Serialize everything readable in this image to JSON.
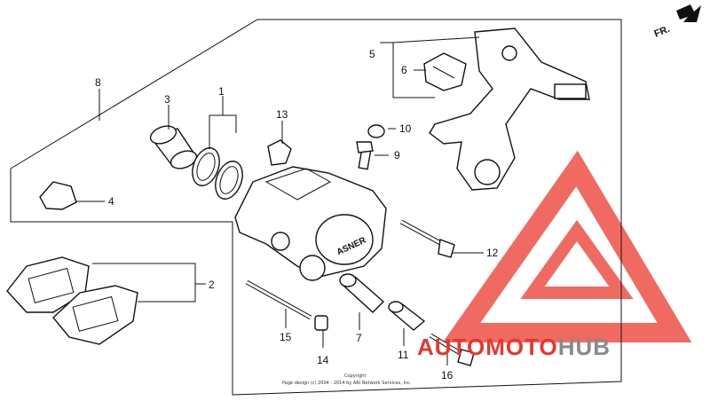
{
  "direction_label": "FR.",
  "callouts": [
    {
      "id": "1",
      "text": "1"
    },
    {
      "id": "2",
      "text": "2"
    },
    {
      "id": "3",
      "text": "3"
    },
    {
      "id": "4",
      "text": "4"
    },
    {
      "id": "5",
      "text": "5"
    },
    {
      "id": "6",
      "text": "6"
    },
    {
      "id": "7",
      "text": "7"
    },
    {
      "id": "8",
      "text": "8"
    },
    {
      "id": "9",
      "text": "9"
    },
    {
      "id": "10",
      "text": "10"
    },
    {
      "id": "11",
      "text": "11"
    },
    {
      "id": "12",
      "text": "12"
    },
    {
      "id": "13",
      "text": "13"
    },
    {
      "id": "14",
      "text": "14"
    },
    {
      "id": "15",
      "text": "15"
    },
    {
      "id": "16",
      "text": "16"
    }
  ],
  "caliper_marking": "ASNER",
  "copyright": {
    "line1": "Copyright",
    "line2": "Page design (c) 2004 - 2014 by ARI Network Services, Inc."
  },
  "watermark": {
    "text_red": "AUTOMOTO",
    "text_gray": "HUB",
    "color_red": "#e9352f",
    "color_gray": "#8a8a8a",
    "logo_color": "#ef5a50"
  }
}
